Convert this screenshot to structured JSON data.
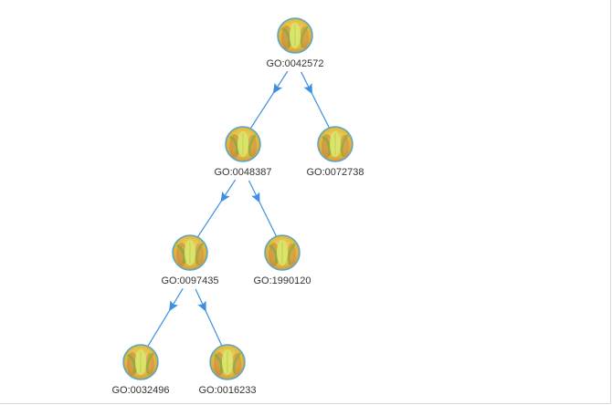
{
  "diagram": {
    "nodes": [
      {
        "id": "n1",
        "label": "GO:0042572"
      },
      {
        "id": "n2",
        "label": "GO:0048387"
      },
      {
        "id": "n3",
        "label": "GO:0072738"
      },
      {
        "id": "n4",
        "label": "GO:0097435"
      },
      {
        "id": "n5",
        "label": "GO:1990120"
      },
      {
        "id": "n6",
        "label": "GO:0032496"
      },
      {
        "id": "n7",
        "label": "GO:0016233"
      }
    ],
    "edges": [
      {
        "from": "n1",
        "to": "n2"
      },
      {
        "from": "n1",
        "to": "n3"
      },
      {
        "from": "n2",
        "to": "n4"
      },
      {
        "from": "n2",
        "to": "n5"
      },
      {
        "from": "n4",
        "to": "n6"
      },
      {
        "from": "n4",
        "to": "n7"
      }
    ],
    "colors": {
      "edge": "#3d8fe0",
      "node_ring": "#5aa6c8",
      "node_fill": "#e3c24a",
      "node_leaf": "#d9e56a",
      "node_shadow": "#c97a3a",
      "node_green": "#7fae3e",
      "label": "#333333"
    },
    "node_icon": "leaf-bud-icon"
  }
}
